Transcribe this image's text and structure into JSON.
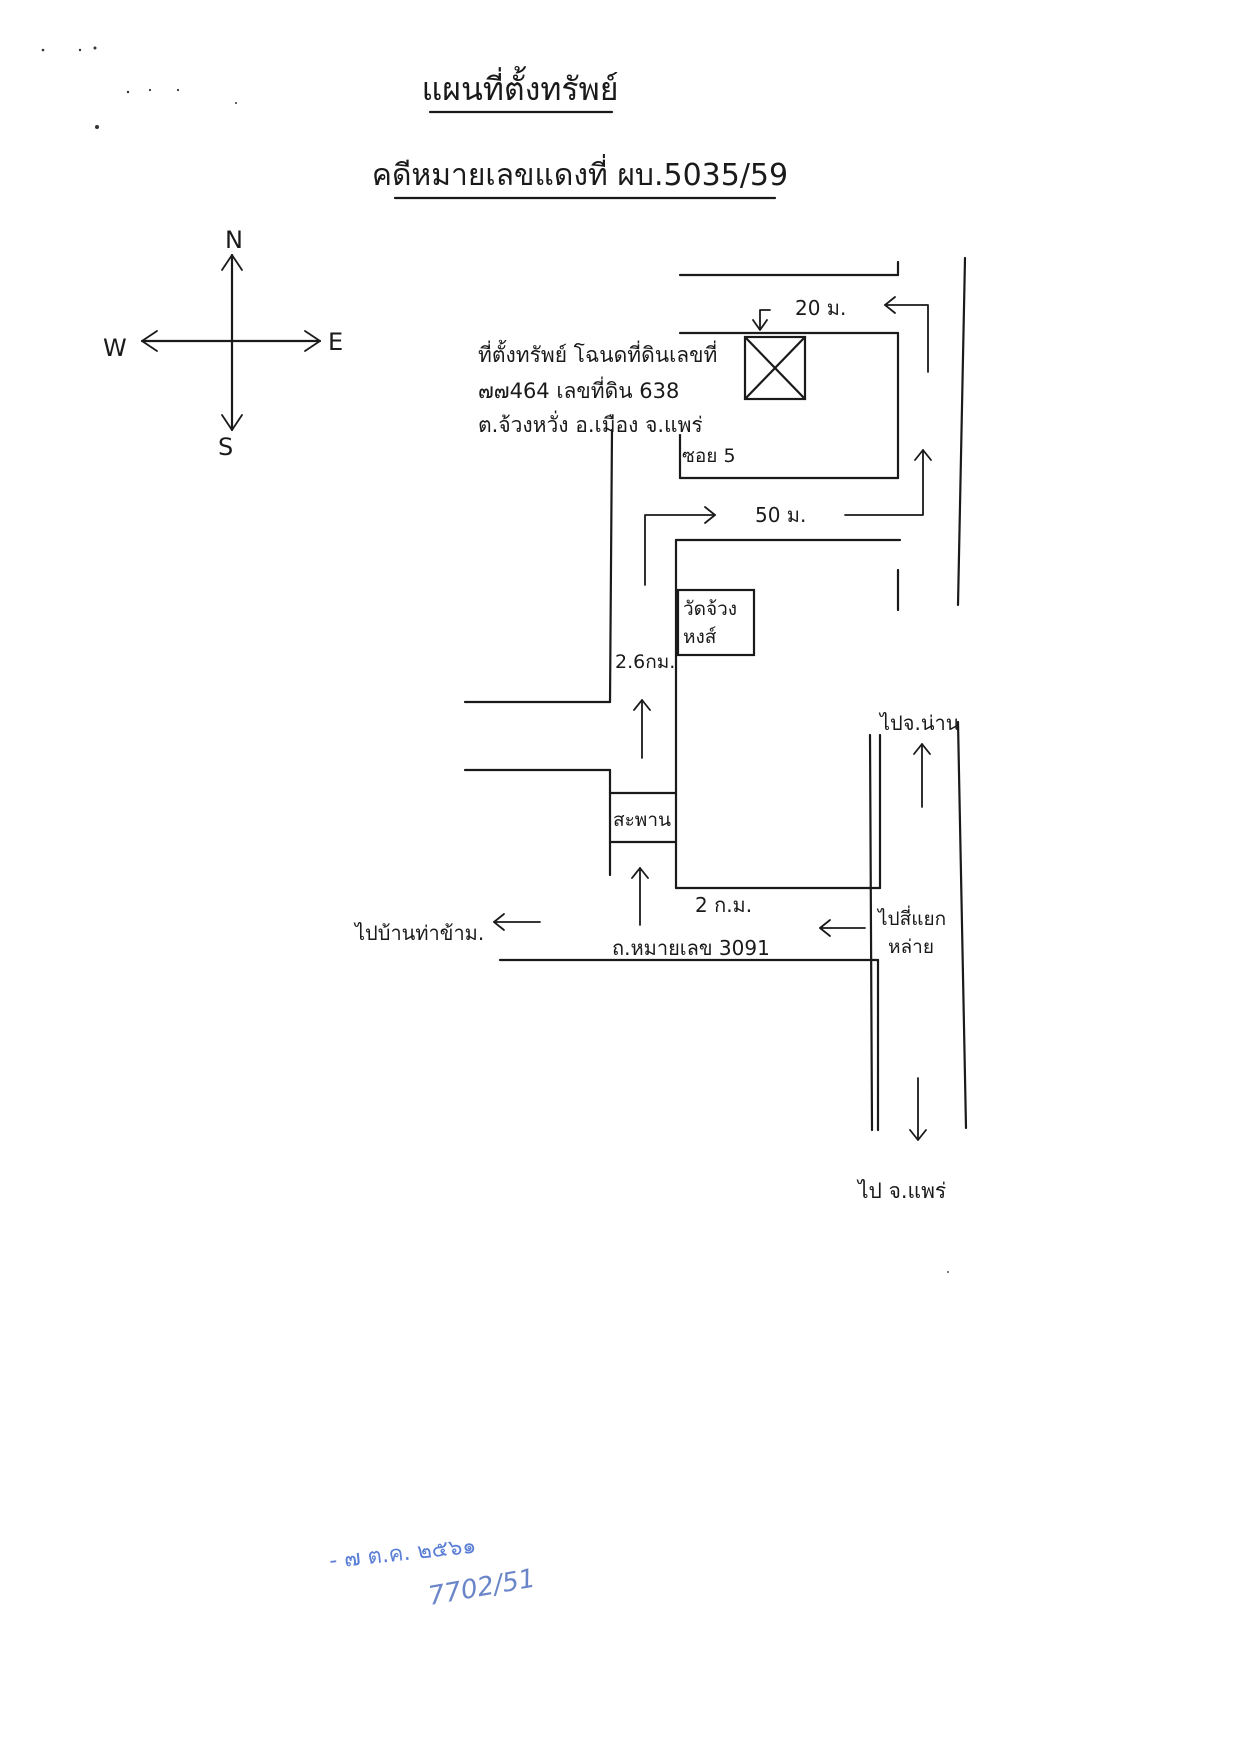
{
  "title": "แผนที่ตั้งทรัพย์",
  "case_number": "คดีหมายเลขแดงที่ ผบ.5035/59",
  "compass": {
    "north": "N",
    "south": "S",
    "east": "E",
    "west": "W"
  },
  "property_note": {
    "line1": "ที่ตั้งทรัพย์ โฉนดที่ดินเลขที่",
    "line2": "๗๗464 เลขที่ดิน 638",
    "line3": "ต.จ้วงหวั่ง อ.เมือง จ.แพร่"
  },
  "labels": {
    "distance_20m": "20 ม.",
    "soi": "ซอย 5",
    "distance_50m": "50 ม.",
    "temple_line1": "วัดจ้วง",
    "temple_line2": "หงส์",
    "distance_26km": "2.6กม.",
    "bridge": "สะพาน",
    "to_nan": "ไปจ.น่าน",
    "distance_2km": "2 ก.ม.",
    "to_ban_tha_kham": "ไปบ้านท่าข้าม.",
    "to_mae_lai_line1": "ไปสี่แยก",
    "to_mae_lai_line2": "หล่าย",
    "road_3091": "ถ.หมายเลข 3091",
    "to_phrae": "ไป จ.แพร่"
  },
  "stamp": {
    "date": "- ๗ ต.ค. ๒๕๖๑",
    "initials": "7702/51"
  },
  "colors": {
    "ink": "#1a1a1a",
    "stamp": "#5b7fd6",
    "paper": "#ffffff"
  }
}
